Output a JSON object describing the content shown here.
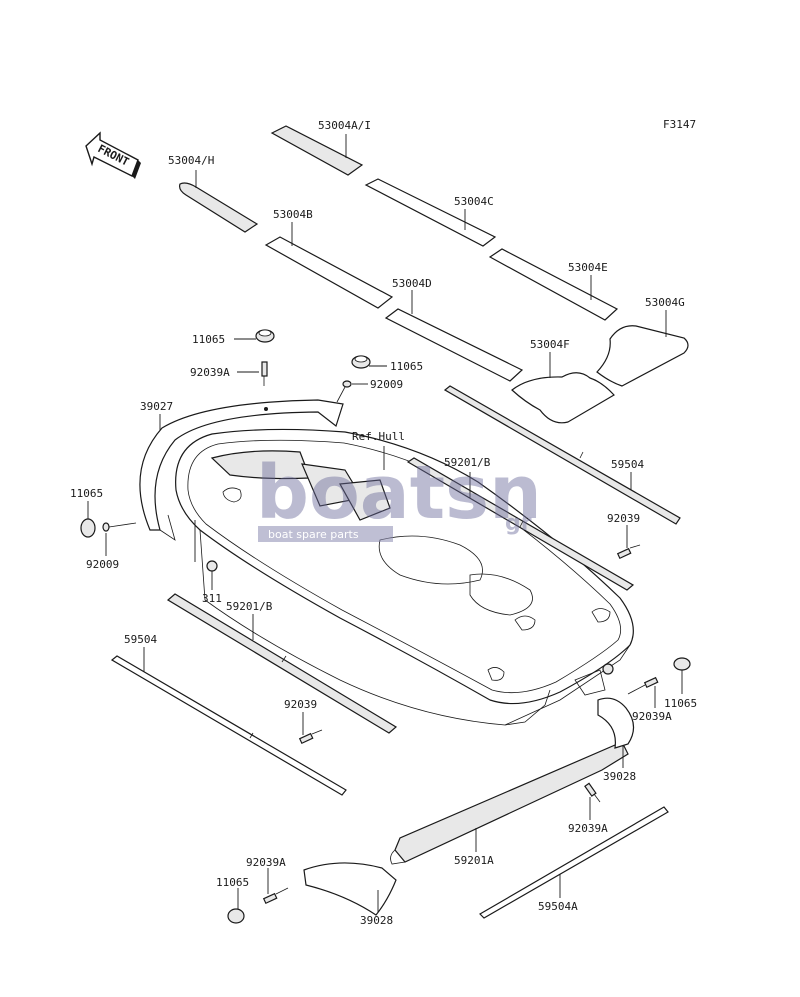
{
  "figure_code": "F3147",
  "front_arrow_label": "FRONT",
  "watermark": {
    "main": "boatsn",
    "suffix": "gr",
    "tagline": "boat spare parts"
  },
  "ref_label": "Ref.Hull",
  "parts": {
    "p53004AI": "53004A/I",
    "p53004H": "53004/H",
    "p53004C": "53004C",
    "p53004B": "53004B",
    "p53004E": "53004E",
    "p53004D": "53004D",
    "p53004G": "53004G",
    "p53004F": "53004F",
    "p11065_a": "11065",
    "p92039A_a": "92039A",
    "p11065_b": "11065",
    "p92009_a": "92009",
    "p39027": "39027",
    "p59201B_a": "59201/B",
    "p59504_a": "59504",
    "p11065_c": "11065",
    "p92009_b": "92009",
    "p92039_a": "92039",
    "p311": "311",
    "p59201B_b": "59201/B",
    "p59504_b": "59504",
    "p92039_b": "92039",
    "p11065_d": "11065",
    "p92039A_b": "92039A",
    "p39028_a": "39028",
    "p92039A_c": "92039A",
    "p59201A": "59201A",
    "p92039A_d": "92039A",
    "p11065_e": "11065",
    "p39028_b": "39028",
    "p59504A": "59504A"
  }
}
